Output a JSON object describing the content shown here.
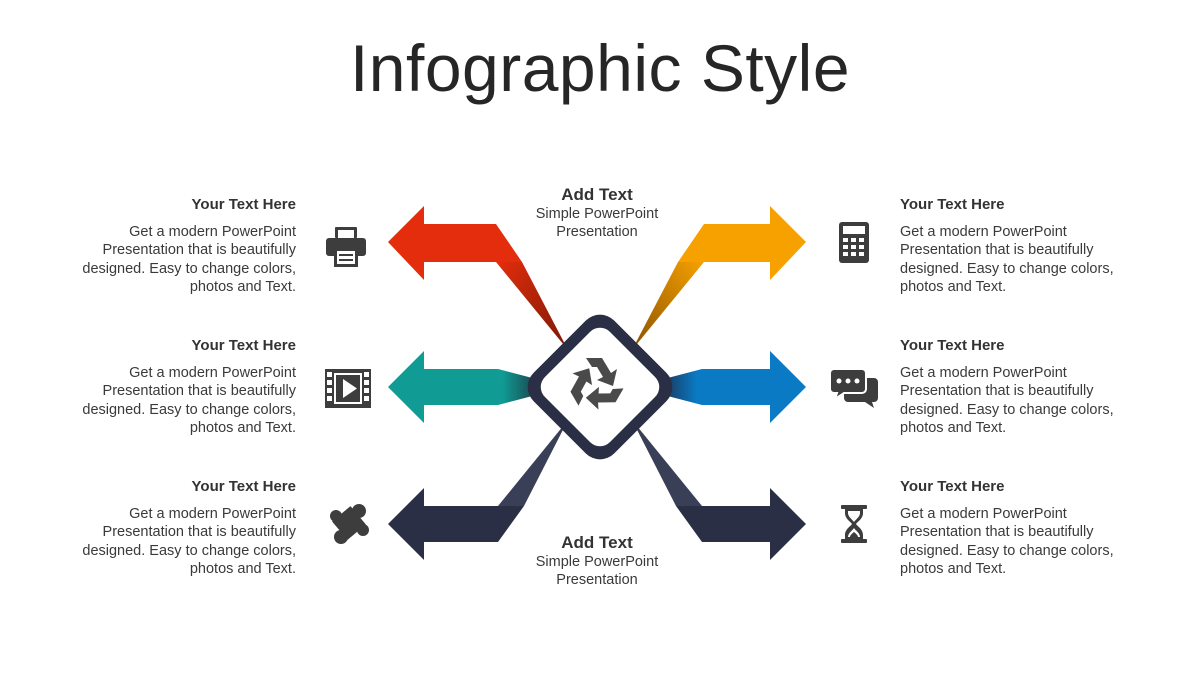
{
  "title": "Infographic Style",
  "center_top": {
    "heading": "Add Text",
    "line1": "Simple PowerPoint",
    "line2": "Presentation"
  },
  "center_bottom": {
    "heading": "Add Text",
    "line1": "Simple PowerPoint",
    "line2": "Presentation"
  },
  "items": [
    {
      "side": "left",
      "heading": "Your Text  Here",
      "body": "Get a modern PowerPoint Presentation that is beautifully designed. Easy to change colors, photos and Text.",
      "icon": "printer-icon",
      "arrow_color": "#e32d0c"
    },
    {
      "side": "left",
      "heading": "Your Text  Here",
      "body": "Get a modern PowerPoint Presentation that is beautifully designed. Easy to change colors, photos and Text.",
      "icon": "film-play-icon",
      "arrow_color": "#109c95"
    },
    {
      "side": "left",
      "heading": "Your Text  Here",
      "body": "Get a modern PowerPoint Presentation that is beautifully designed. Easy to change colors, photos and Text.",
      "icon": "puzzle-piece-icon",
      "arrow_color": "#2b2f45"
    },
    {
      "side": "right",
      "heading": "Your Text  Here",
      "body": "Get a modern PowerPoint Presentation that is beautifully designed. Easy to change colors, photos and Text.",
      "icon": "calculator-icon",
      "arrow_color": "#f6a100"
    },
    {
      "side": "right",
      "heading": "Your Text  Here",
      "body": "Get a modern PowerPoint Presentation that is beautifully designed. Easy to change colors, photos and Text.",
      "icon": "chat-bubbles-icon",
      "arrow_color": "#0a7ac4"
    },
    {
      "side": "right",
      "heading": "Your Text  Here",
      "body": "Get a modern PowerPoint Presentation that is beautifully designed. Easy to change colors, photos and Text.",
      "icon": "hourglass-icon",
      "arrow_color": "#2b2f45"
    }
  ],
  "hub": {
    "icon": "recycle-icon",
    "border_color": "#2b2f45",
    "icon_color": "#4a4a4a"
  },
  "icon_color": "#3d3d3d"
}
